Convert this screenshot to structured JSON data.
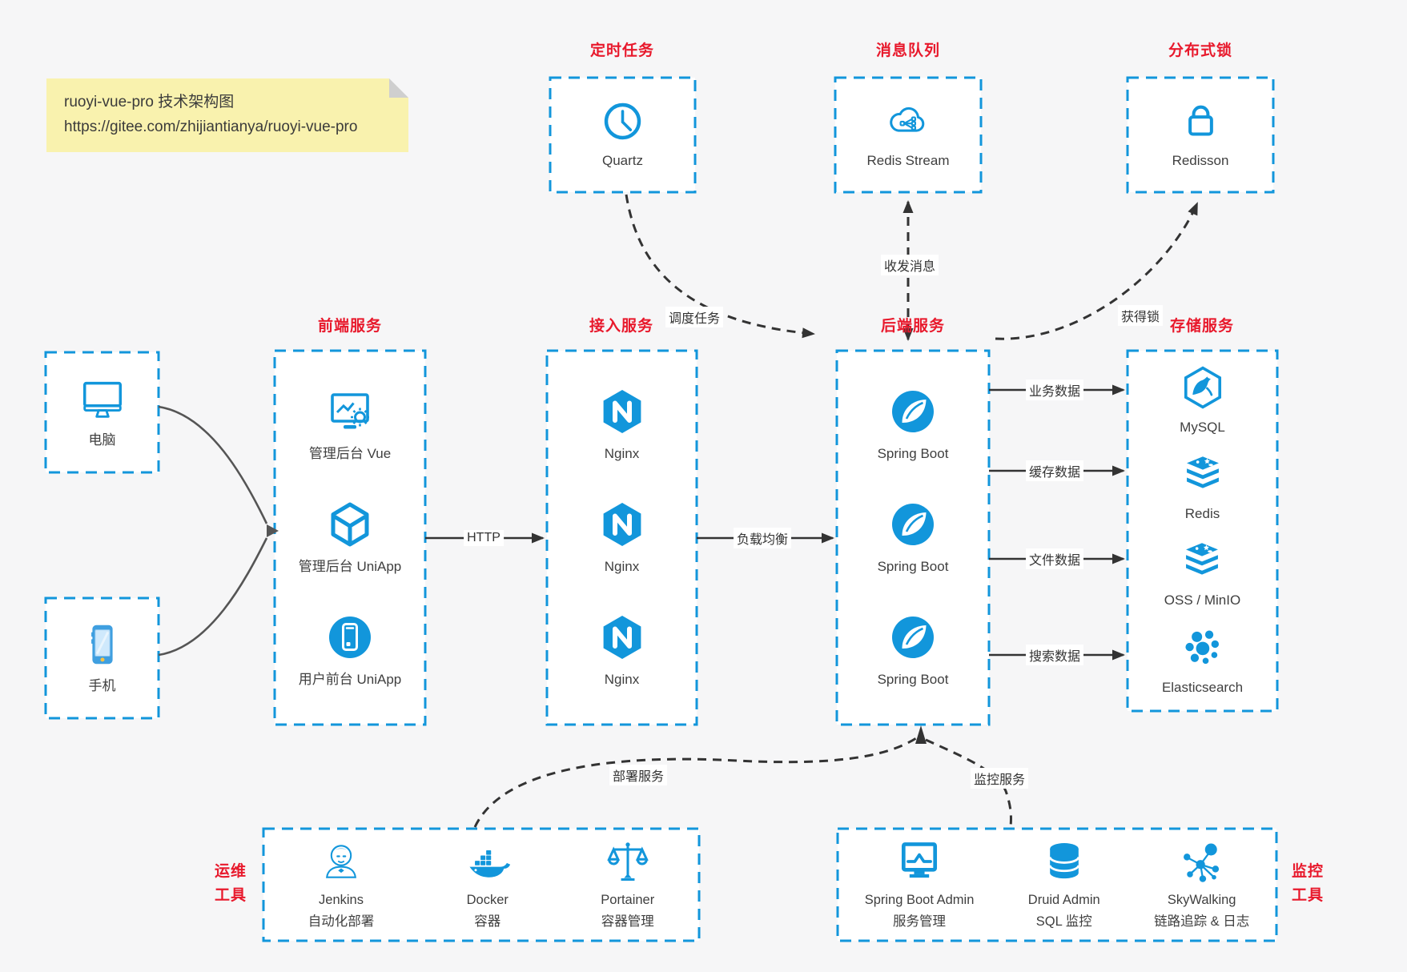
{
  "note": {
    "line1": "ruoyi-vue-pro 技术架构图",
    "line2": "https://gitee.com/zhijiantianya/ruoyi-vue-pro"
  },
  "palette": {
    "accent": "#1296db",
    "title_red": "#e8192c",
    "background": "#f6f6f7",
    "note_background": "#f9f2ae",
    "arrow_dark": "#333333",
    "client_arrow_gray": "#555555"
  },
  "top_boxes": [
    {
      "title": "定时任务",
      "items": [
        {
          "icon": "clock",
          "label": "Quartz"
        }
      ]
    },
    {
      "title": "消息队列",
      "items": [
        {
          "icon": "cloud-share",
          "label": "Redis Stream"
        }
      ]
    },
    {
      "title": "分布式锁",
      "items": [
        {
          "icon": "lock",
          "label": "Redisson"
        }
      ]
    }
  ],
  "clients": [
    {
      "icon": "desktop",
      "label": "电脑"
    },
    {
      "icon": "smartphone",
      "label": "手机"
    }
  ],
  "columns": [
    {
      "title": "前端服务",
      "items": [
        {
          "icon": "admin-vue",
          "label": "管理后台 Vue"
        },
        {
          "icon": "cube",
          "label": "管理后台 UniApp"
        },
        {
          "icon": "phone-circle",
          "label": "用户前台 UniApp"
        }
      ]
    },
    {
      "title": "接入服务",
      "items": [
        {
          "icon": "nginx",
          "label": "Nginx"
        },
        {
          "icon": "nginx",
          "label": "Nginx"
        },
        {
          "icon": "nginx",
          "label": "Nginx"
        }
      ]
    },
    {
      "title": "后端服务",
      "items": [
        {
          "icon": "spring",
          "label": "Spring Boot"
        },
        {
          "icon": "spring",
          "label": "Spring Boot"
        },
        {
          "icon": "spring",
          "label": "Spring Boot"
        }
      ]
    },
    {
      "title": "存储服务",
      "items": [
        {
          "icon": "mysql",
          "label": "MySQL"
        },
        {
          "icon": "redis",
          "label": "Redis"
        },
        {
          "icon": "redis",
          "label": "OSS / MinIO"
        },
        {
          "icon": "elasticsearch",
          "label": "Elasticsearch"
        }
      ]
    }
  ],
  "bottom_boxes": [
    {
      "side_label": [
        "运维",
        "工具"
      ],
      "items": [
        {
          "icon": "jenkins",
          "label": "Jenkins",
          "sublabel": "自动化部署"
        },
        {
          "icon": "docker",
          "label": "Docker",
          "sublabel": "容器"
        },
        {
          "icon": "portainer",
          "label": "Portainer",
          "sublabel": "容器管理"
        }
      ]
    },
    {
      "side_label": [
        "监控",
        "工具"
      ],
      "items": [
        {
          "icon": "sba",
          "label": "Spring Boot Admin",
          "sublabel": "服务管理"
        },
        {
          "icon": "druid",
          "label": "Druid Admin",
          "sublabel": "SQL 监控"
        },
        {
          "icon": "skywalking",
          "label": "SkyWalking",
          "sublabel": "链路追踪 & 日志"
        }
      ]
    }
  ],
  "edges": {
    "http": "HTTP",
    "load_balance": "负载均衡",
    "business_data": "业务数据",
    "cache_data": "缓存数据",
    "file_data": "文件数据",
    "search_data": "搜索数据",
    "schedule_task": "调度任务",
    "send_receive_message": "收发消息",
    "acquire_lock": "获得锁",
    "deploy_service": "部署服务",
    "monitor_service": "监控服务"
  }
}
